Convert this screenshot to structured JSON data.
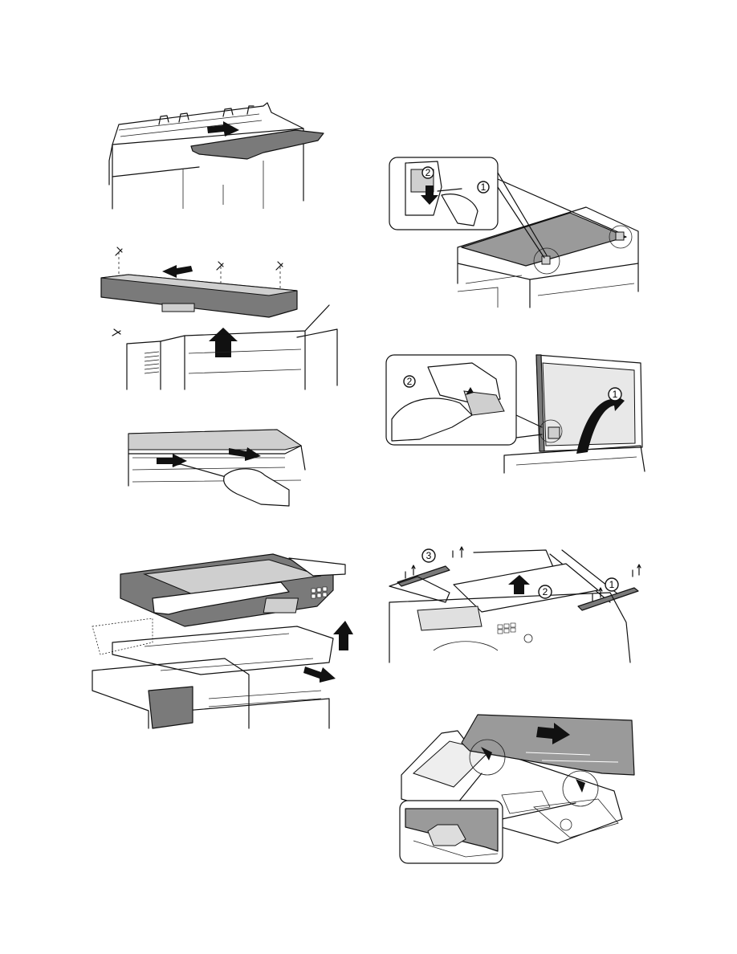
{
  "figures": {
    "right_1": {
      "callouts": [
        "1",
        "2"
      ]
    },
    "right_2": {
      "callouts": [
        "1",
        "2"
      ]
    },
    "right_3": {
      "callouts": [
        "1",
        "2",
        "3"
      ]
    }
  },
  "colors": {
    "line": "#111111",
    "panel_gray": "#7a7a7a",
    "glass_gray": "#9a9a9a",
    "paper": "#ffffff"
  }
}
